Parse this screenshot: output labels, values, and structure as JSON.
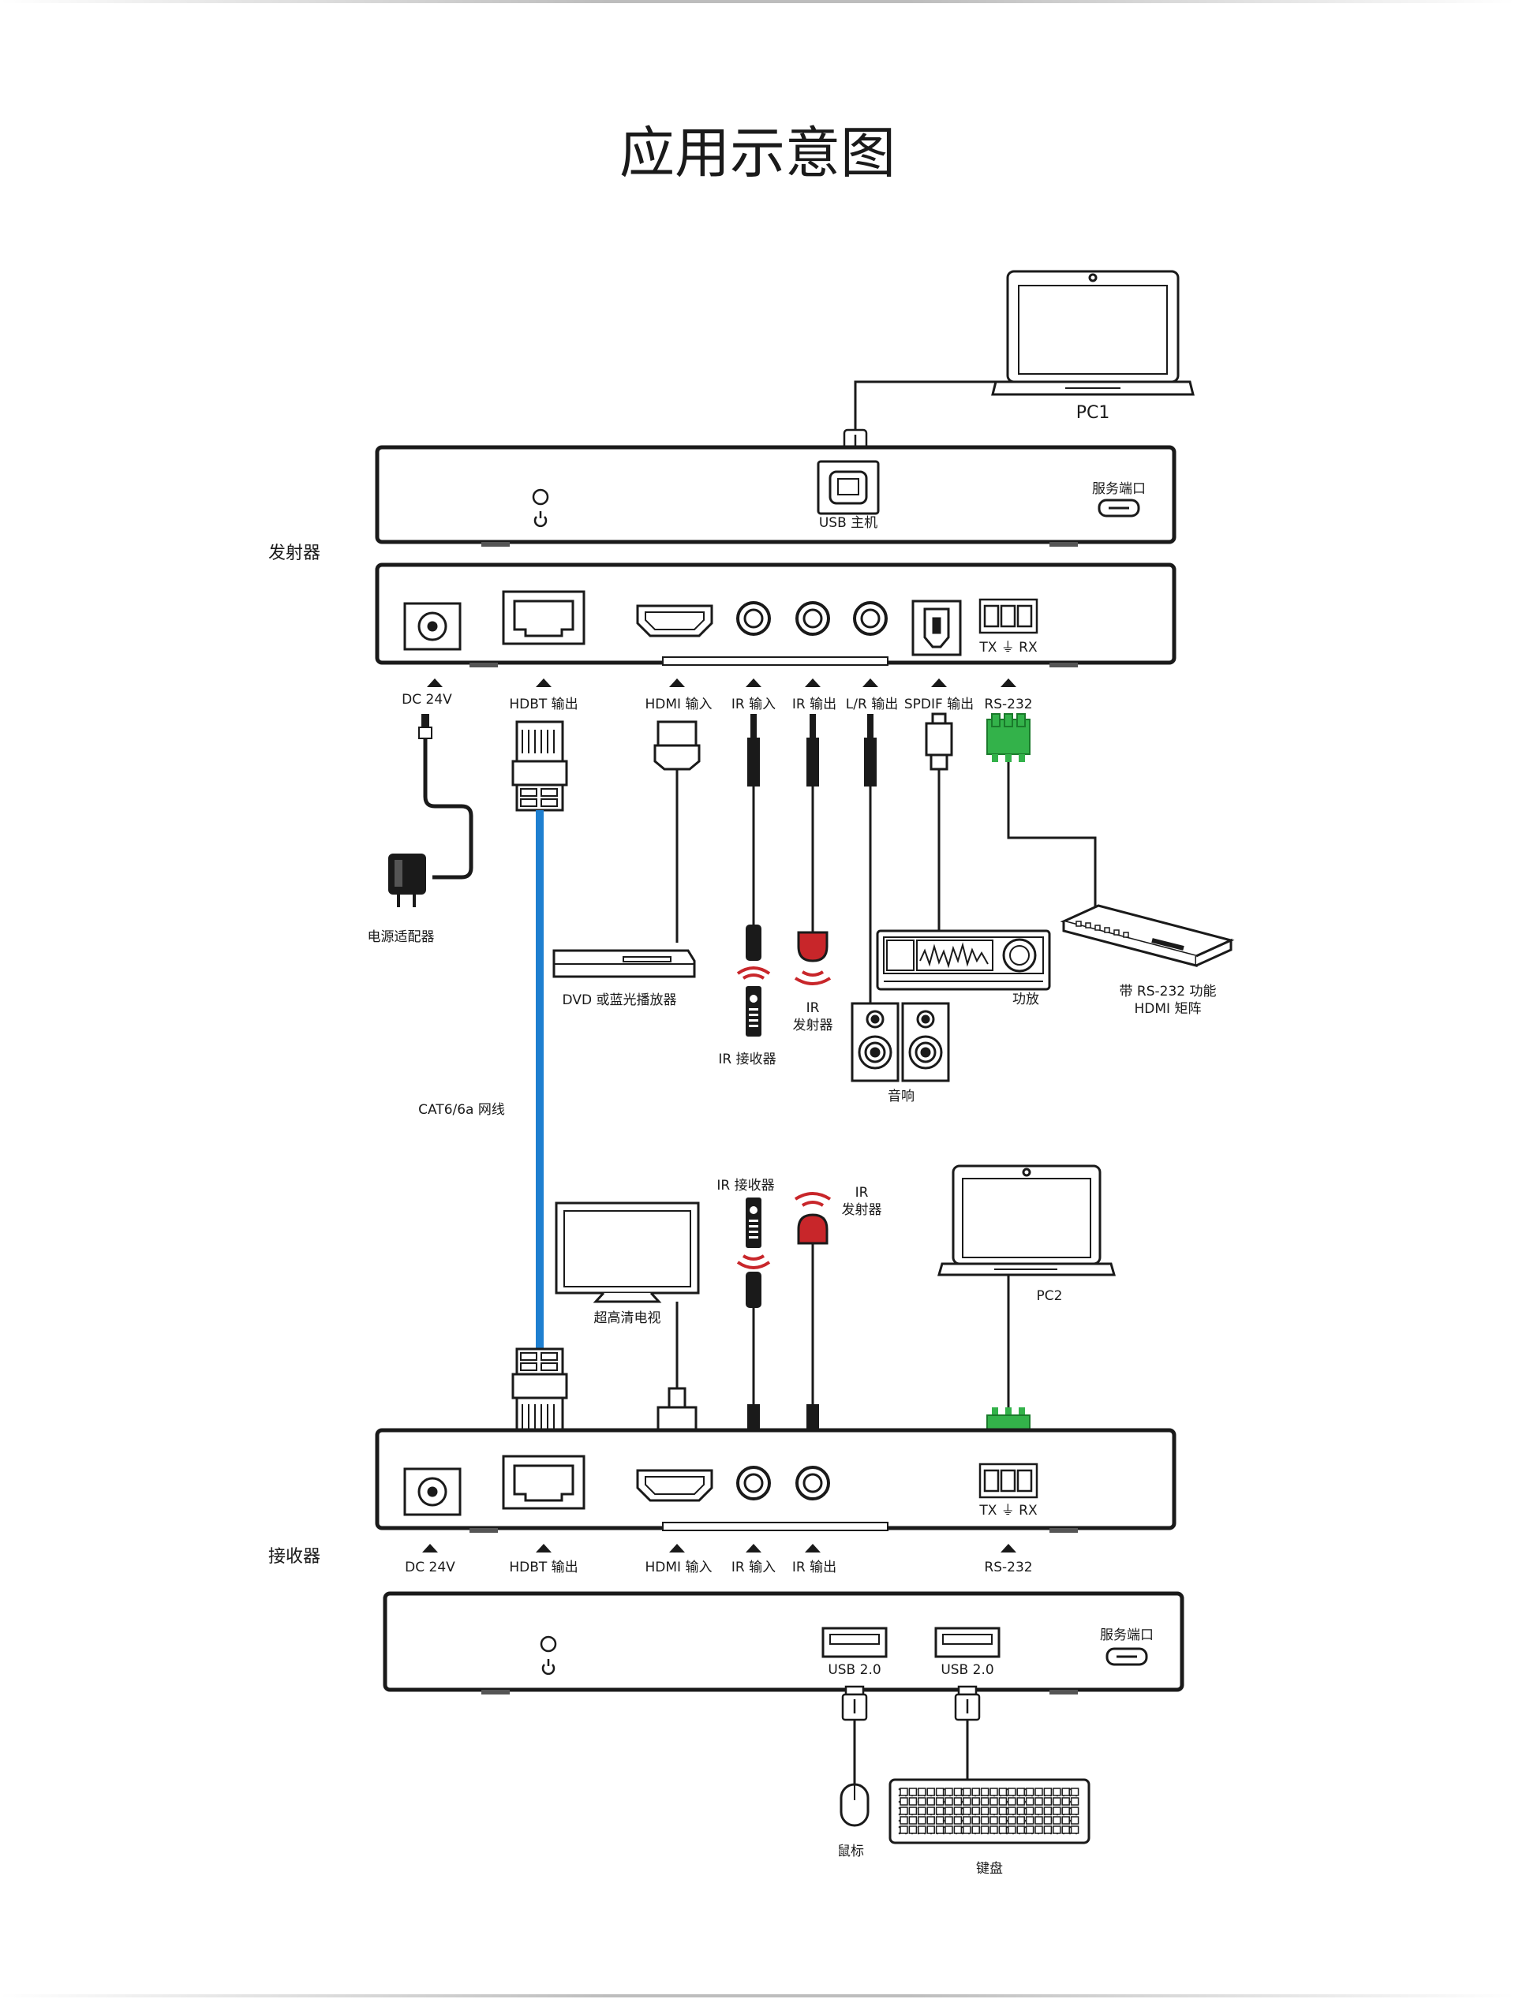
{
  "title": "应用示意图",
  "transmitter": {
    "side_label": "发射器",
    "usb_host_label": "USB 主机",
    "service_port_label": "服务端口",
    "pc_label": "PC1",
    "rs232_pins": "TX ⏚ RX",
    "ports": [
      "DC 24V",
      "HDBT 输出",
      "HDMI 输入",
      "IR 输入",
      "IR 输出",
      "L/R 输出",
      "SPDIF 输出",
      "RS-232"
    ],
    "devices": {
      "power_adapter": "电源适配器",
      "dvd": "DVD 或蓝光播放器",
      "ir_receiver": "IR 接收器",
      "ir_emitter_line1": "IR",
      "ir_emitter_line2": "发射器",
      "amplifier": "功放",
      "speakers": "音响",
      "matrix_line1": "带 RS-232 功能",
      "matrix_line2": "HDMI 矩阵"
    }
  },
  "cable_label": "CAT6/6a 网线",
  "receiver": {
    "side_label": "接收器",
    "rs232_pins": "TX ⏚ RX",
    "ports": [
      "DC 24V",
      "HDBT 输出",
      "HDMI 输入",
      "IR 输入",
      "IR 输出",
      "RS-232"
    ],
    "usb1_label": "USB 2.0",
    "usb2_label": "USB 2.0",
    "service_port_label": "服务端口",
    "devices": {
      "tv": "超高清电视",
      "ir_receiver": "IR 接收器",
      "ir_emitter_line1": "IR",
      "ir_emitter_line2": "发射器",
      "pc_label": "PC2",
      "mouse": "鼠标",
      "keyboard": "键盘"
    }
  },
  "colors": {
    "ink": "#1a1a1a",
    "cable_blue": "#1e7fd0",
    "ir_red": "#c8262a",
    "terminal_green": "#33b24a"
  }
}
